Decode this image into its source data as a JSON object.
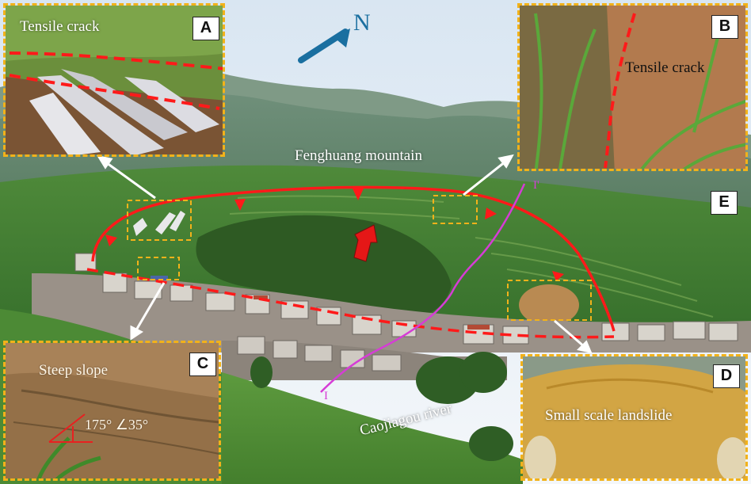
{
  "compass": {
    "label": "N"
  },
  "scene_labels": {
    "mountain": "Fenghuang mountain",
    "river": "Caojiagou river"
  },
  "panels": {
    "A": {
      "letter": "A",
      "caption": "Tensile crack"
    },
    "B": {
      "letter": "B",
      "caption": "Tensile crack"
    },
    "C": {
      "letter": "C",
      "caption": "Steep slope",
      "attitude": "175° ∠35°"
    },
    "D": {
      "letter": "D",
      "caption": "Small scale landslide"
    },
    "E": {
      "letter": "E"
    }
  },
  "profile_markers": {
    "start": "I",
    "end": "I'"
  },
  "colors": {
    "boundary": "#ff1a1a",
    "profile": "#d63cd6",
    "inset_border": "#f2b21a",
    "compass": "#1a6fa0"
  }
}
